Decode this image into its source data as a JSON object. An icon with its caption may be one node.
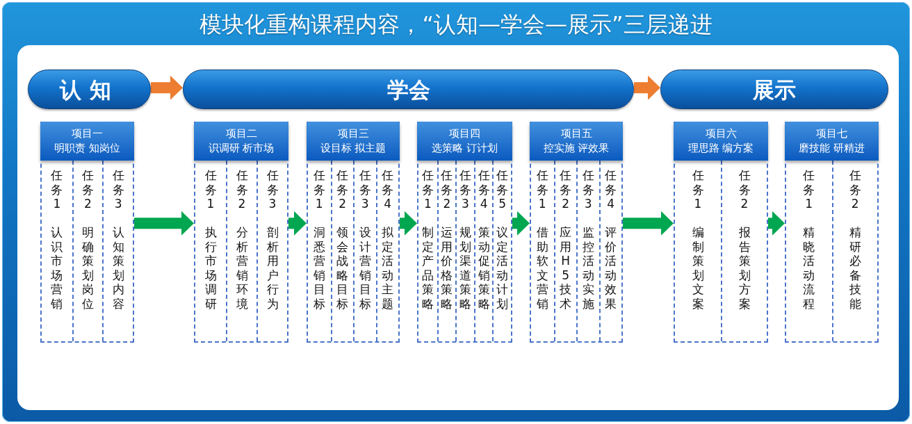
{
  "diagram": {
    "title": "模块化重构课程内容，“认知—学会—展示”三层递进",
    "nodes": [
      {
        "text": [
          "认知"
        ]
      },
      {
        "text": [
          "学会"
        ]
      },
      {
        "text": [
          "展示"
        ]
      },
      {
        "text": [
          "项目一",
          "明职责 知岗位"
        ]
      },
      {
        "text": [
          "任务1",
          "认识市场营销"
        ],
        "in": 3
      },
      {
        "text": [
          "任务2",
          "明确策划岗位"
        ],
        "in": 3
      },
      {
        "text": [
          "任务3",
          "认知策划内容"
        ],
        "in": 3
      },
      {
        "text": [
          "项目二",
          "识调研 析市场"
        ]
      },
      {
        "text": [
          "任务1",
          "执行市场调研"
        ],
        "in": 7
      },
      {
        "text": [
          "任务2",
          "分析营销环境"
        ],
        "in": 7
      },
      {
        "text": [
          "任务3",
          "剖析用户行为"
        ],
        "in": 7
      },
      {
        "text": [
          "项目三",
          "设目标 拟主题"
        ]
      },
      {
        "text": [
          "任务1",
          "洞悉营销目标"
        ],
        "in": 11
      },
      {
        "text": [
          "任务2",
          "领会战略目标"
        ],
        "in": 11
      },
      {
        "text": [
          "任务3",
          "设计营销目标"
        ],
        "in": 11
      },
      {
        "text": [
          "任务4",
          "拟定活动主题"
        ],
        "in": 11
      },
      {
        "text": [
          "项目四",
          "选策略 订计划"
        ]
      },
      {
        "text": [
          "任务1",
          "制定产品策略"
        ],
        "in": 16
      },
      {
        "text": [
          "任务2",
          "运用价格策略"
        ],
        "in": 16
      },
      {
        "text": [
          "任务3",
          "规划渠道策略"
        ],
        "in": 16
      },
      {
        "text": [
          "任务4",
          "策动促销策略"
        ],
        "in": 16
      },
      {
        "text": [
          "任务5",
          "议定活动计划"
        ],
        "in": 16
      },
      {
        "text": [
          "项目五",
          "控实施 评效果"
        ]
      },
      {
        "text": [
          "任务1",
          "借助软文营销"
        ],
        "in": 22
      },
      {
        "text": [
          "任务2",
          "应用H5技术"
        ],
        "in": 22
      },
      {
        "text": [
          "任务3",
          "监控活动实施"
        ],
        "in": 22
      },
      {
        "text": [
          "任务4",
          "评价活动效果"
        ],
        "in": 22
      },
      {
        "text": [
          "项目六",
          "理思路 编方案"
        ]
      },
      {
        "text": [
          "任务1",
          "编制策划文案"
        ],
        "in": 27
      },
      {
        "text": [
          "任务2",
          "报告策划方案"
        ],
        "in": 27
      },
      {
        "text": [
          "项目七",
          "磨技能 研精进"
        ]
      },
      {
        "text": [
          "任务1",
          "精晓活动流程"
        ],
        "in": 30
      },
      {
        "text": [
          "任务2",
          "精研必备技能"
        ],
        "in": 30
      }
    ],
    "edges": [
      {
        "from": 0,
        "to": 1,
        "arrow": "to",
        "color": "#ed7d31"
      },
      {
        "from": 1,
        "to": 2,
        "arrow": "to",
        "color": "#ed7d31"
      },
      {
        "from": 3,
        "to": 7,
        "arrow": "to"
      },
      {
        "from": 7,
        "to": 11,
        "arrow": "to"
      },
      {
        "from": 11,
        "to": 16,
        "arrow": "to"
      },
      {
        "from": 16,
        "to": 22,
        "arrow": "to"
      },
      {
        "from": 22,
        "to": 27,
        "arrow": "to"
      },
      {
        "from": 27,
        "to": 30,
        "arrow": "to"
      }
    ]
  }
}
